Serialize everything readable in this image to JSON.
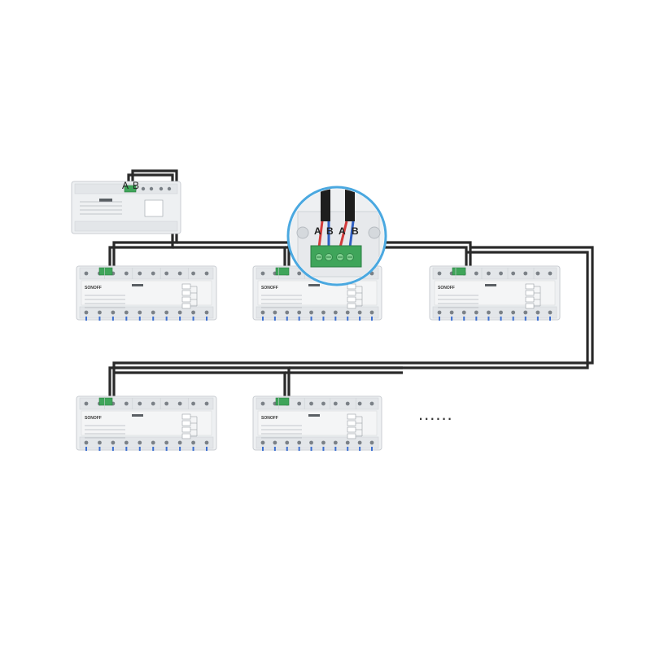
{
  "gateway": {
    "terminal_a": "A",
    "terminal_b": "B",
    "icon": "rs485-gateway-icon"
  },
  "zoom_callout": {
    "labels": [
      "A",
      "B",
      "A",
      "B"
    ],
    "icon": "terminal-block-zoom-icon"
  },
  "devices": [
    {
      "brand": "SONOFF",
      "icon": "din-rail-switch-module-icon"
    },
    {
      "brand": "SONOFF",
      "icon": "din-rail-switch-module-icon"
    },
    {
      "brand": "SONOFF",
      "icon": "din-rail-switch-module-icon"
    },
    {
      "brand": "SONOFF",
      "icon": "din-rail-switch-module-icon"
    },
    {
      "brand": "SONOFF",
      "icon": "din-rail-switch-module-icon"
    }
  ],
  "continuation": "......",
  "colors": {
    "background": "#ffffff",
    "cable": "#2a2a2a",
    "device_body": "#eef0f2",
    "device_edge": "#c9cdd2",
    "terminal_green": "#3fa55a",
    "zoom_border": "#4aa8e0",
    "wire_red": "#d23b3b",
    "wire_blue": "#2f5fc4"
  }
}
